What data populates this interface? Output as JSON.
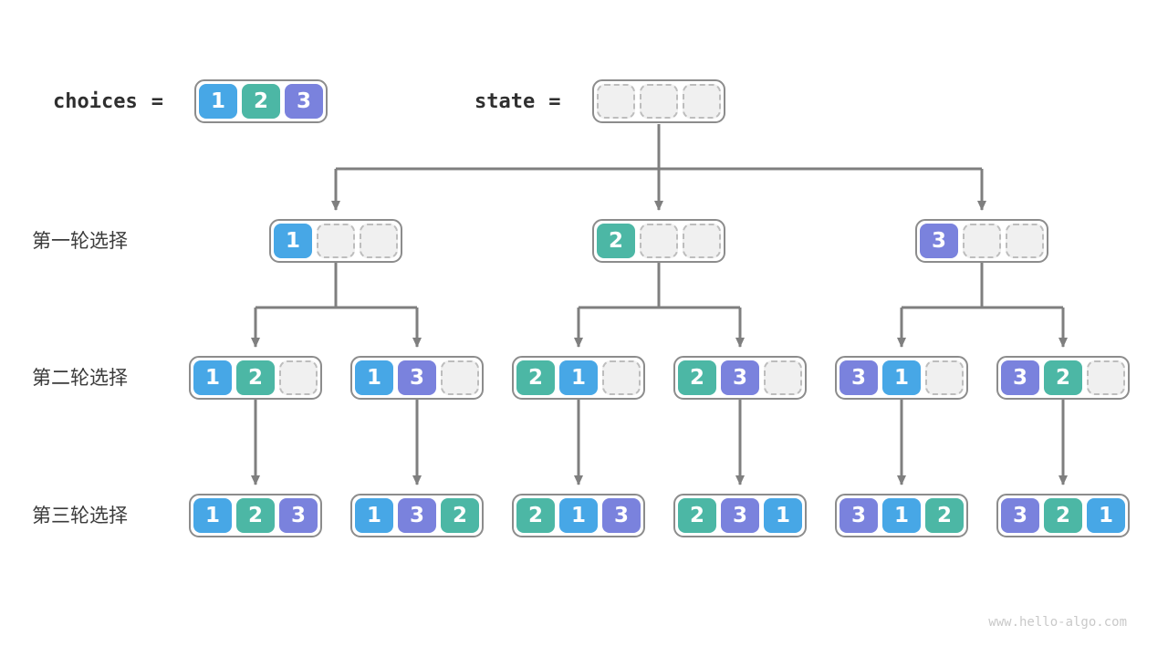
{
  "colors": {
    "1": "#47A7E6",
    "2": "#4CB7A5",
    "3": "#7A82DD"
  },
  "header": {
    "choices_label": "choices",
    "equals": "=",
    "choices_cells": [
      "1",
      "2",
      "3"
    ],
    "state_label": "state",
    "state_cells": [
      "",
      "",
      ""
    ]
  },
  "rows": [
    {
      "label": "第一轮选择",
      "boxes": [
        [
          "1",
          "",
          ""
        ],
        [
          "2",
          "",
          ""
        ],
        [
          "3",
          "",
          ""
        ]
      ]
    },
    {
      "label": "第二轮选择",
      "boxes": [
        [
          "1",
          "2",
          ""
        ],
        [
          "1",
          "3",
          ""
        ],
        [
          "2",
          "1",
          ""
        ],
        [
          "2",
          "3",
          ""
        ],
        [
          "3",
          "1",
          ""
        ],
        [
          "3",
          "2",
          ""
        ]
      ]
    },
    {
      "label": "第三轮选择",
      "boxes": [
        [
          "1",
          "2",
          "3"
        ],
        [
          "1",
          "3",
          "2"
        ],
        [
          "2",
          "1",
          "3"
        ],
        [
          "2",
          "3",
          "1"
        ],
        [
          "3",
          "1",
          "2"
        ],
        [
          "3",
          "2",
          "1"
        ]
      ]
    }
  ],
  "watermark": "www.hello-algo.com"
}
